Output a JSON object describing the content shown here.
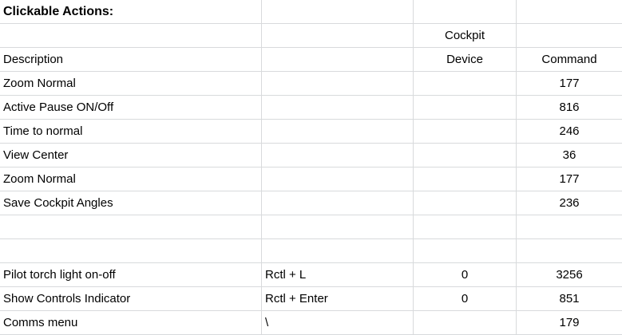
{
  "sheet": {
    "title": "Clickable Actions:",
    "column_keys": [
      "description",
      "binding",
      "device",
      "command"
    ],
    "header": {
      "description_label": "Description",
      "device_label_line1": "Cockpit",
      "device_label_line2": "Device",
      "command_label": "Command"
    },
    "rows": [
      {
        "style": "title",
        "description": "Clickable Actions:",
        "binding": "",
        "device": "",
        "command": ""
      },
      {
        "description": "",
        "binding": "",
        "device": "Cockpit",
        "command": ""
      },
      {
        "description": "Description",
        "binding": "",
        "device": "Device",
        "command": "Command"
      },
      {
        "description": "Zoom Normal",
        "binding": "",
        "device": "",
        "command": "177"
      },
      {
        "description": "Active Pause ON/Off",
        "binding": "",
        "device": "",
        "command": "816"
      },
      {
        "description": "Time to normal",
        "binding": "",
        "device": "",
        "command": "246"
      },
      {
        "description": "View Center",
        "binding": "",
        "device": "",
        "command": "36"
      },
      {
        "description": "Zoom Normal",
        "binding": "",
        "device": "",
        "command": "177"
      },
      {
        "description": "Save Cockpit Angles",
        "binding": "",
        "device": "",
        "command": "236"
      },
      {
        "description": "",
        "binding": "",
        "device": "",
        "command": ""
      },
      {
        "description": "",
        "binding": "",
        "device": "",
        "command": ""
      },
      {
        "description": "Pilot torch light on-off",
        "binding": "Rctl + L",
        "device": "0",
        "command": "3256"
      },
      {
        "description": "Show Controls Indicator",
        "binding": "Rctl + Enter",
        "device": "0",
        "command": "851"
      },
      {
        "description": "Comms menu",
        "binding": "\\",
        "device": "",
        "command": "179"
      }
    ],
    "colors": {
      "gridline": "#d8dadc",
      "text": "#000000",
      "background": "#ffffff"
    }
  }
}
